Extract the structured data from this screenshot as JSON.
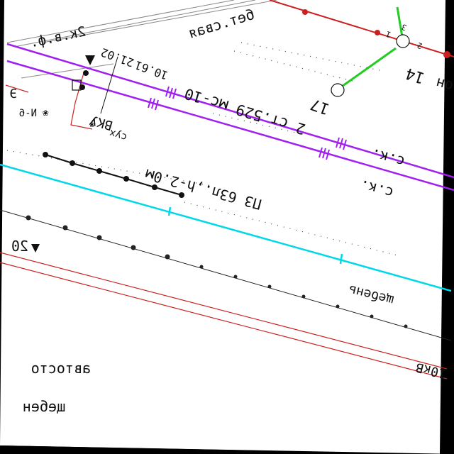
{
  "map": {
    "labels": {
      "concrete_pile": "бет.свая",
      "kvf": "2к.в.ф.",
      "mark_upper": "21.02",
      "mark_lower": "10.61",
      "cable_main": "2 ст.529 мс-10",
      "sk_top": "с.к.",
      "sk_bottom": "с.к.",
      "vku": "ВКУ",
      "sukh": "сух",
      "n6": "N-6",
      "e_letter": "Э",
      "pz": "ПЗ 63л.,h-2.0м",
      "level": "20",
      "shcheben_right": "щебень",
      "tenkv": "10кВ",
      "avtostoyanka": "автосто",
      "shcheben_left": "щебен",
      "node_14": "14",
      "node_17": "17",
      "on_text": "он",
      "num_1": "1",
      "num_2": "2",
      "num_3": "3"
    },
    "colors": {
      "paper": "#ffffff",
      "background": "#000000",
      "purple_cable": "#a020f0",
      "cyan_line": "#00d8e8",
      "green_line": "#22cc22",
      "red_line": "#cc2020",
      "black_line": "#111111",
      "gray_line": "#888888"
    }
  }
}
